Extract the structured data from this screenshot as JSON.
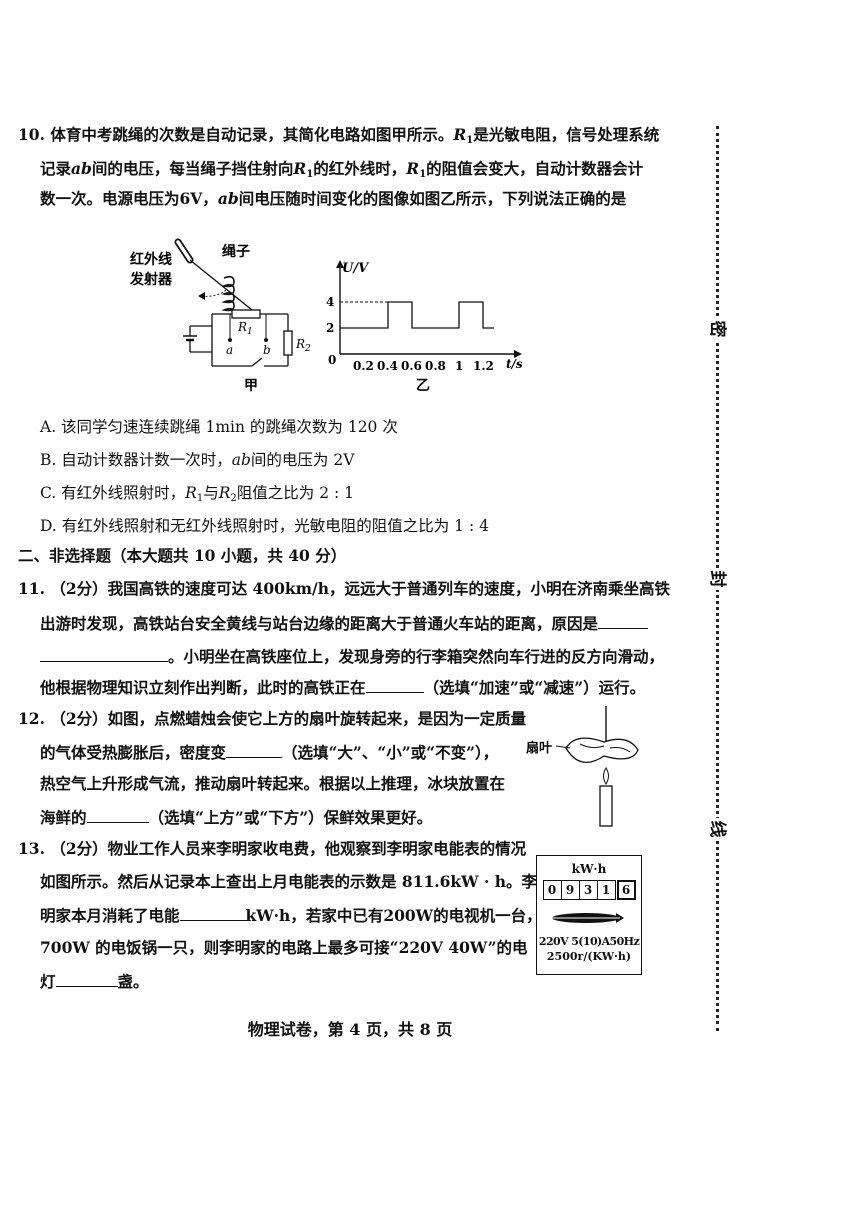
{
  "q10": {
    "line1": "10. 体育中考跳绳的次数是自动记录，其简化电路如图甲所示。",
    "line1b": "是光敏电阻，信号处理系统",
    "line2a": "记录",
    "line2b": "间的电压，每当绳子挡住射向",
    "line2c": "的红外线时，",
    "line2d": "的阻值会变大，自动计数器会计",
    "line3a": "数一次。电源电压为6V，",
    "line3b": "间电压随时间变化的图像如图乙所示，下列说法正确的是",
    "fig_jia": {
      "emitter": [
        "红外线",
        "发射器"
      ],
      "rope": "绳子",
      "r1": "R1",
      "r2": "R2",
      "a": "a",
      "b": "b",
      "caption": "甲"
    },
    "fig_yi": {
      "ylabel": "U/V",
      "xlabel": "t/s",
      "origin": "0",
      "yticks": [
        "2",
        "4"
      ],
      "xticks": [
        "0.2",
        "0.4",
        "0.6",
        "0.8",
        "1",
        "1.2"
      ],
      "caption": "乙"
    },
    "optA": "A. 该同学匀速连续跳绳 1min 的跳绳次数为 120 次",
    "optB1": "B. 自动计数器计数一次时，",
    "optB2": "间的电压为 2V",
    "optC1": "C. 有红外线照射时，",
    "optC2": "与",
    "optC3": "阻值之比为 2 : 1",
    "optD": "D. 有红外线照射和无红外线照射时，光敏电阻的阻值之比为 1 : 4"
  },
  "section2": "二、非选择题（本大题共 10 小题，共 40 分）",
  "q11": {
    "l1": "11. （2分）我国高铁的速度可达 400km/h，远远大于普通列车的速度，小明在济南乘坐高铁",
    "l2": "出游时发现，高铁站台安全黄线与站台边缘的距离大于普通火车站的距离，原因是",
    "l3": "。小明坐在高铁座位上，发现身旁的行李箱突然向车行进的反方向滑动，",
    "l4a": "他根据物理知识立刻作出判断，此时的高铁正在",
    "l4b": "（选填“加速”或“减速”）运行。"
  },
  "q12": {
    "l1": "12. （2分）如图，点燃蜡烛会使它上方的扇叶旋转起来，是因为一定质量",
    "l2a": "的气体受热膨胀后，密度变",
    "l2b": "（选填“大”、“小”或“不变”），",
    "l3": "热空气上升形成气流，推动扇叶转起来。根据以上推理，冰块放置在",
    "l4a": "海鲜的",
    "l4b": "（选填“上方”或“下方”）保鲜效果更好。",
    "fan_label": "扇叶"
  },
  "q13": {
    "l1": "13. （2分）物业工作人员来李明家收电费，他观察到李明家电能表的情况",
    "l2": "如图所示。然后从记录本上查出上月电能表的示数是 811.6kW · h。李",
    "l3a": "明家本月消耗了电能",
    "l3b": "kW·h，若家中已有200W的电视机一台，",
    "l4": "700W 的电饭锅一只，则李明家的电路上最多可接“220V 40W”的电",
    "l5a": "灯",
    "l5b": "盏。",
    "meter": {
      "unit": "kW·h",
      "digits": [
        "0",
        "9",
        "3",
        "1",
        "6"
      ],
      "spec1": "220V 5(10)A50Hz",
      "spec2": "2500r/(KW·h)"
    }
  },
  "binding_marks": [
    "密",
    "封",
    "线"
  ],
  "footer": "物理试卷，第 4 页，共 8 页"
}
